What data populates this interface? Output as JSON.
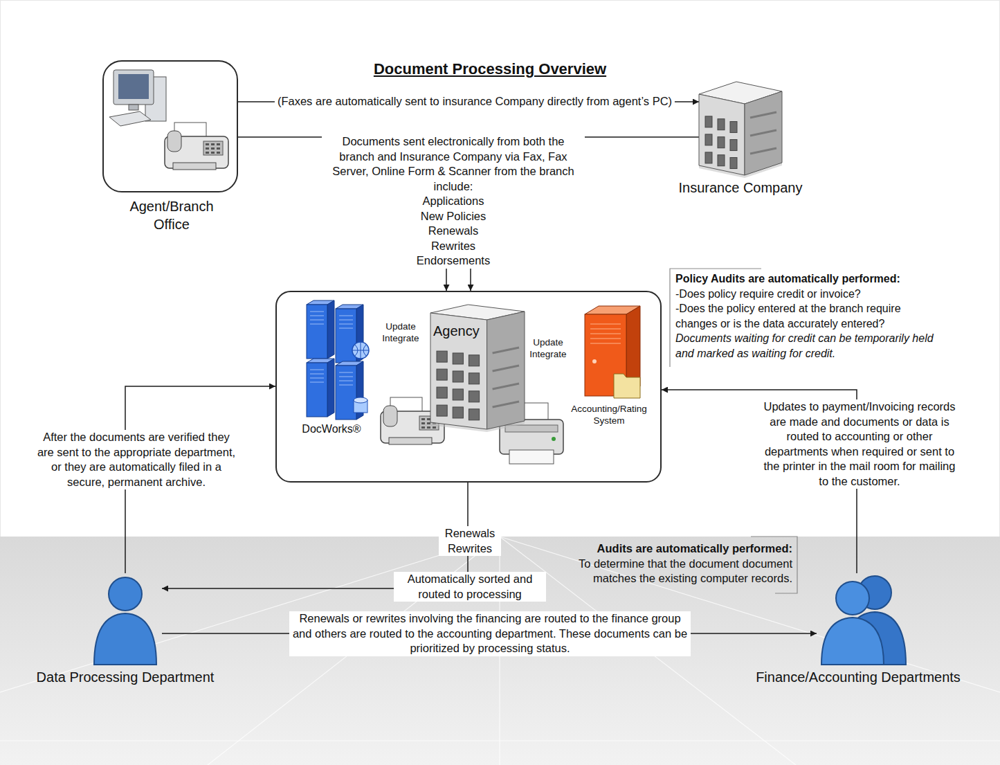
{
  "diagram": {
    "title": "Document Processing Overview",
    "nodes": [
      {
        "text": [
          "Agent/Branch Office"
        ]
      },
      {
        "text": [
          "Insurance Company"
        ]
      },
      {
        "text": []
      },
      {
        "text": [
          "DocWorks®"
        ],
        "in": 2
      },
      {
        "text": [
          "Agency"
        ],
        "in": 2
      },
      {
        "text": [
          "Accounting/Rating System"
        ],
        "in": 2
      },
      {
        "text": [
          "Data Processing Department"
        ]
      },
      {
        "text": [
          "Finance/Accounting Departments"
        ]
      }
    ],
    "edges": [
      {
        "from": 0,
        "to": 1,
        "arrow": "to",
        "label": "(Faxes are automatically sent to insurance Company directly from agent’s PC)"
      },
      {
        "from": 0,
        "to": 2,
        "arrow": "to",
        "label": "Documents sent electronically from both the branch and Insurance Company via Fax, Fax Server, Online Form & Scanner from the branch include:"
      },
      {
        "from": 1,
        "to": 2,
        "arrow": "to"
      },
      {
        "from": 3,
        "to": 4,
        "arrow": "both",
        "label": "Update Integrate"
      },
      {
        "from": 4,
        "to": 5,
        "arrow": "both",
        "label": "Update Integrate"
      },
      {
        "from": 2,
        "to": 6,
        "arrow": "to",
        "label": "Automatically sorted and routed to processing"
      },
      {
        "from": 6,
        "to": 2,
        "arrow": "to",
        "label": "After the documents are verified they are sent to the appropriate department, or they are automatically filed in a secure, permanent archive."
      },
      {
        "from": 6,
        "to": 7,
        "arrow": "to",
        "label": "Renewals or rewrites involving the financing are routed to the finance group and others are routed to the accounting department. These documents can be prioritized by processing status."
      },
      {
        "from": 7,
        "to": 2,
        "arrow": "to",
        "label": "Updates to payment/Invoicing records are made and documents or data is routed to accounting or other departments when required or sent to the printer in the mail room for mailing to the customer."
      }
    ],
    "labels": [
      "Applications",
      "New Policies",
      "Renewals",
      "Rewrites",
      "Endorsements",
      "Policy Audits are automatically performed:",
      "-Does policy require credit or invoice?",
      "-Does the policy entered at the branch require changes or is the data accurately entered?",
      "Documents waiting for credit can be temporarily held and marked as waiting for credit.",
      "Renewals Rewrites",
      "Audits are automatically performed:",
      "To determine that the document document matches the existing computer records."
    ]
  }
}
